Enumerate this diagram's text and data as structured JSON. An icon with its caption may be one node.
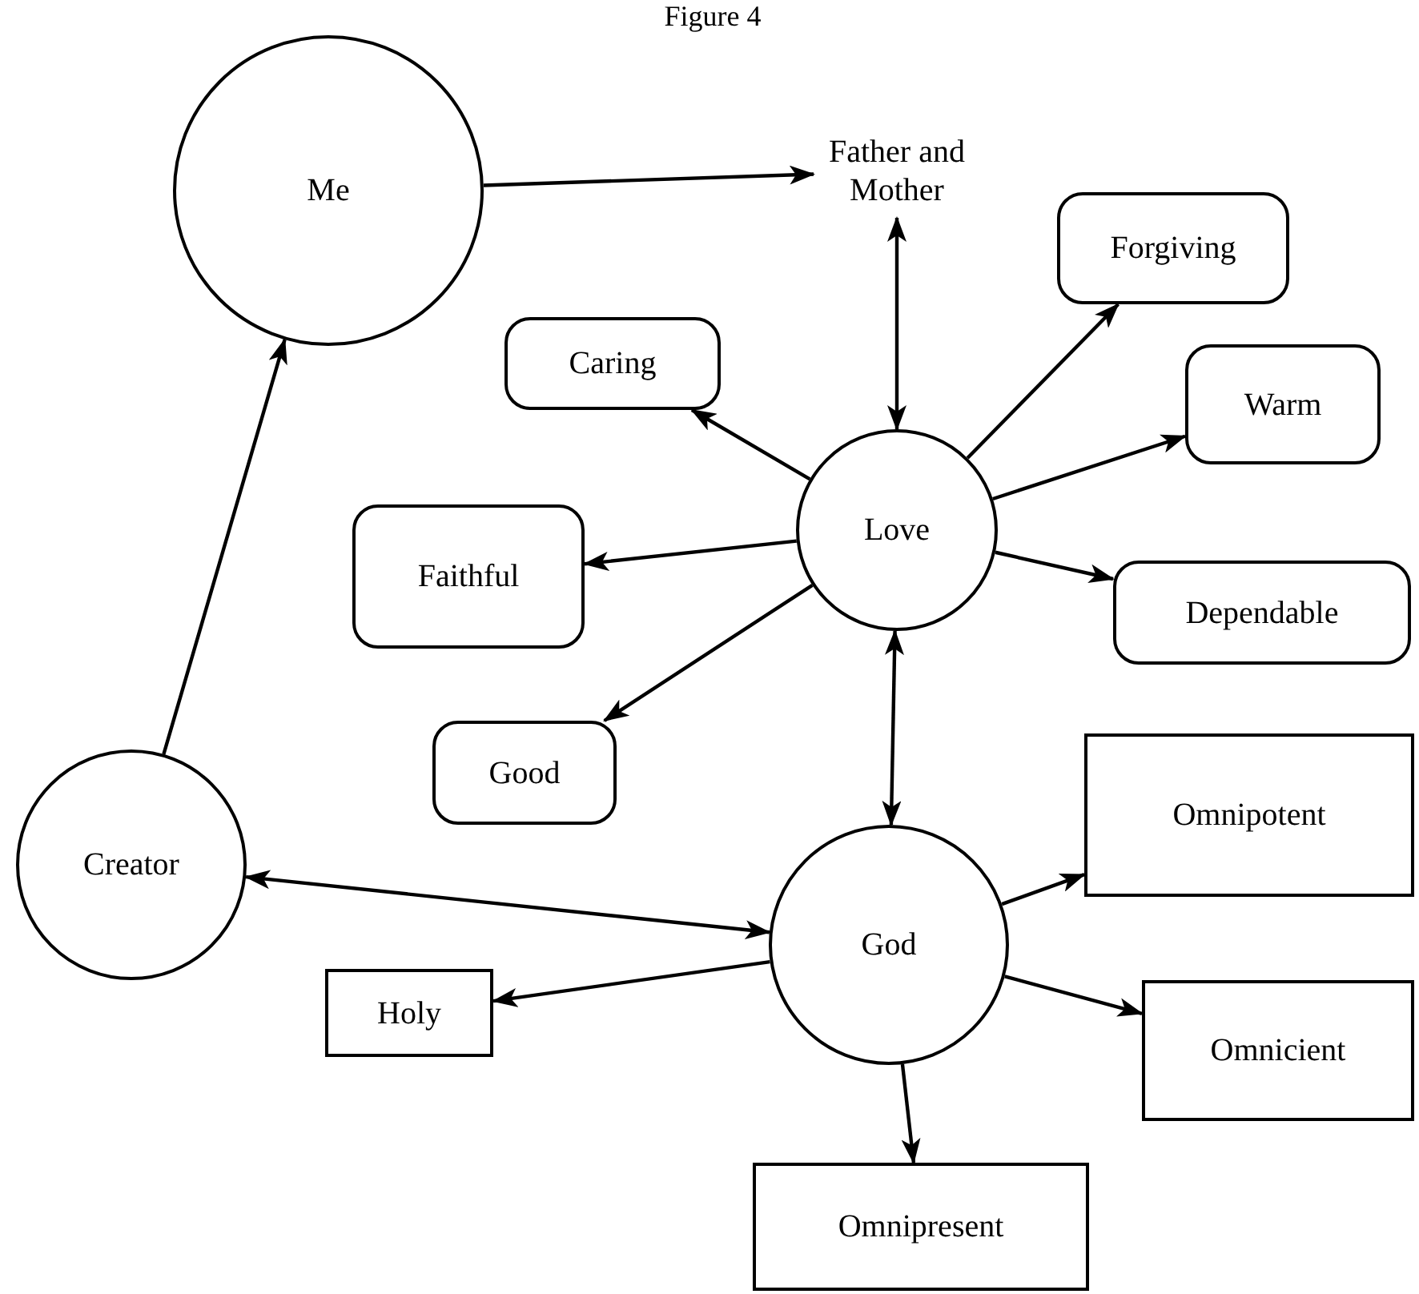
{
  "diagram": {
    "title": "Figure 4",
    "nodes": [
      {
        "text": [
          "Me"
        ]
      },
      {
        "text": [
          "Father and Mother"
        ]
      },
      {
        "text": [
          "Forgiving"
        ]
      },
      {
        "text": [
          "Caring"
        ]
      },
      {
        "text": [
          "Warm"
        ]
      },
      {
        "text": [
          "Faithful"
        ]
      },
      {
        "text": [
          "Love"
        ]
      },
      {
        "text": [
          "Dependable"
        ]
      },
      {
        "text": [
          "Good"
        ]
      },
      {
        "text": [
          "Omnipotent"
        ]
      },
      {
        "text": [
          "Creator"
        ]
      },
      {
        "text": [
          "God"
        ]
      },
      {
        "text": [
          "Holy"
        ]
      },
      {
        "text": [
          "Omnicient"
        ]
      },
      {
        "text": [
          "Omnipresent"
        ]
      }
    ],
    "edges": [
      {
        "from": 0,
        "to": 1,
        "arrow": "to"
      },
      {
        "from": 1,
        "to": 6,
        "arrow": "both"
      },
      {
        "from": 6,
        "to": 2,
        "arrow": "to"
      },
      {
        "from": 6,
        "to": 3,
        "arrow": "to"
      },
      {
        "from": 6,
        "to": 4,
        "arrow": "to"
      },
      {
        "from": 6,
        "to": 5,
        "arrow": "to"
      },
      {
        "from": 6,
        "to": 7,
        "arrow": "to"
      },
      {
        "from": 6,
        "to": 8,
        "arrow": "to"
      },
      {
        "from": 6,
        "to": 11,
        "arrow": "both"
      },
      {
        "from": 11,
        "to": 10,
        "arrow": "both"
      },
      {
        "from": 10,
        "to": 0,
        "arrow": "to"
      },
      {
        "from": 11,
        "to": 9,
        "arrow": "to"
      },
      {
        "from": 11,
        "to": 12,
        "arrow": "to"
      },
      {
        "from": 11,
        "to": 13,
        "arrow": "to"
      },
      {
        "from": 11,
        "to": 14,
        "arrow": "to"
      }
    ]
  }
}
